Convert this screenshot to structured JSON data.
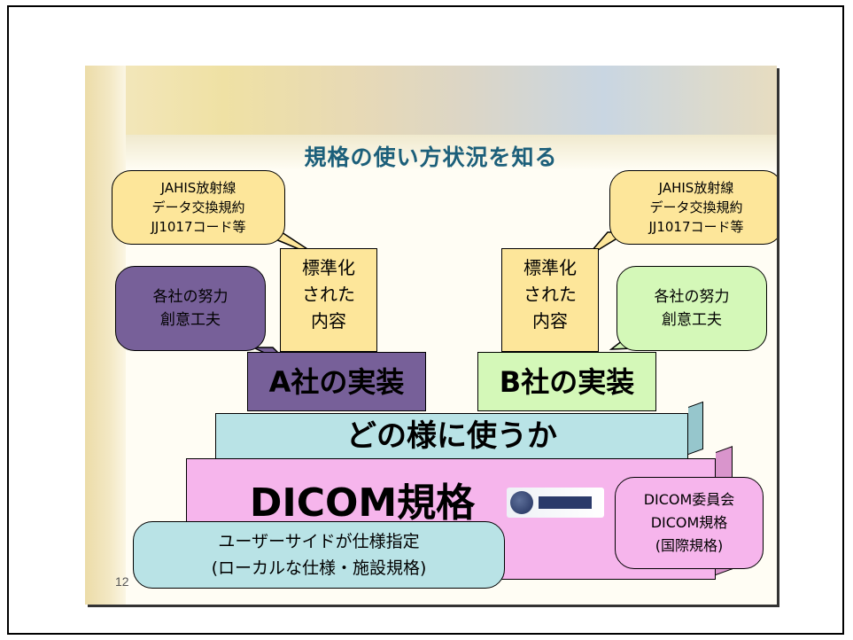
{
  "slide": {
    "title": "規格の使い方状況を知る",
    "page_number": "12"
  },
  "left_top_callout": {
    "lines": [
      "JAHIS放射線",
      "データ交換規約",
      "JJ1017コード等"
    ]
  },
  "right_top_callout": {
    "lines": [
      "JAHIS放射線",
      "データ交換規約",
      "JJ1017コード等"
    ]
  },
  "left_standard_box": {
    "lines": [
      "標準化",
      "された",
      "内容"
    ]
  },
  "right_standard_box": {
    "lines": [
      "標準化",
      "された",
      "内容"
    ]
  },
  "left_effort_callout": {
    "lines": [
      "各社の努力",
      "創意工夫"
    ]
  },
  "right_effort_callout": {
    "lines": [
      "各社の努力",
      "創意工夫"
    ]
  },
  "tiers": {
    "company_a": "A社の実装",
    "company_b": "B社の実装",
    "usage": "どの様に使うか",
    "dicom": "DICOM規格"
  },
  "user_callout": {
    "lines": [
      "ユーザーサイドが仕様指定",
      "(ローカルな仕様・施設規格)"
    ]
  },
  "dicom_callout": {
    "lines": [
      "DICOM委員会",
      "DICOM規格",
      "(国際規格)"
    ]
  },
  "colors": {
    "title": "#1c5f7a",
    "yellow": "#fde69a",
    "purple": "#776099",
    "light_green": "#d4f8b8",
    "light_blue": "#b9e3e6",
    "pink": "#f6b5ec"
  }
}
